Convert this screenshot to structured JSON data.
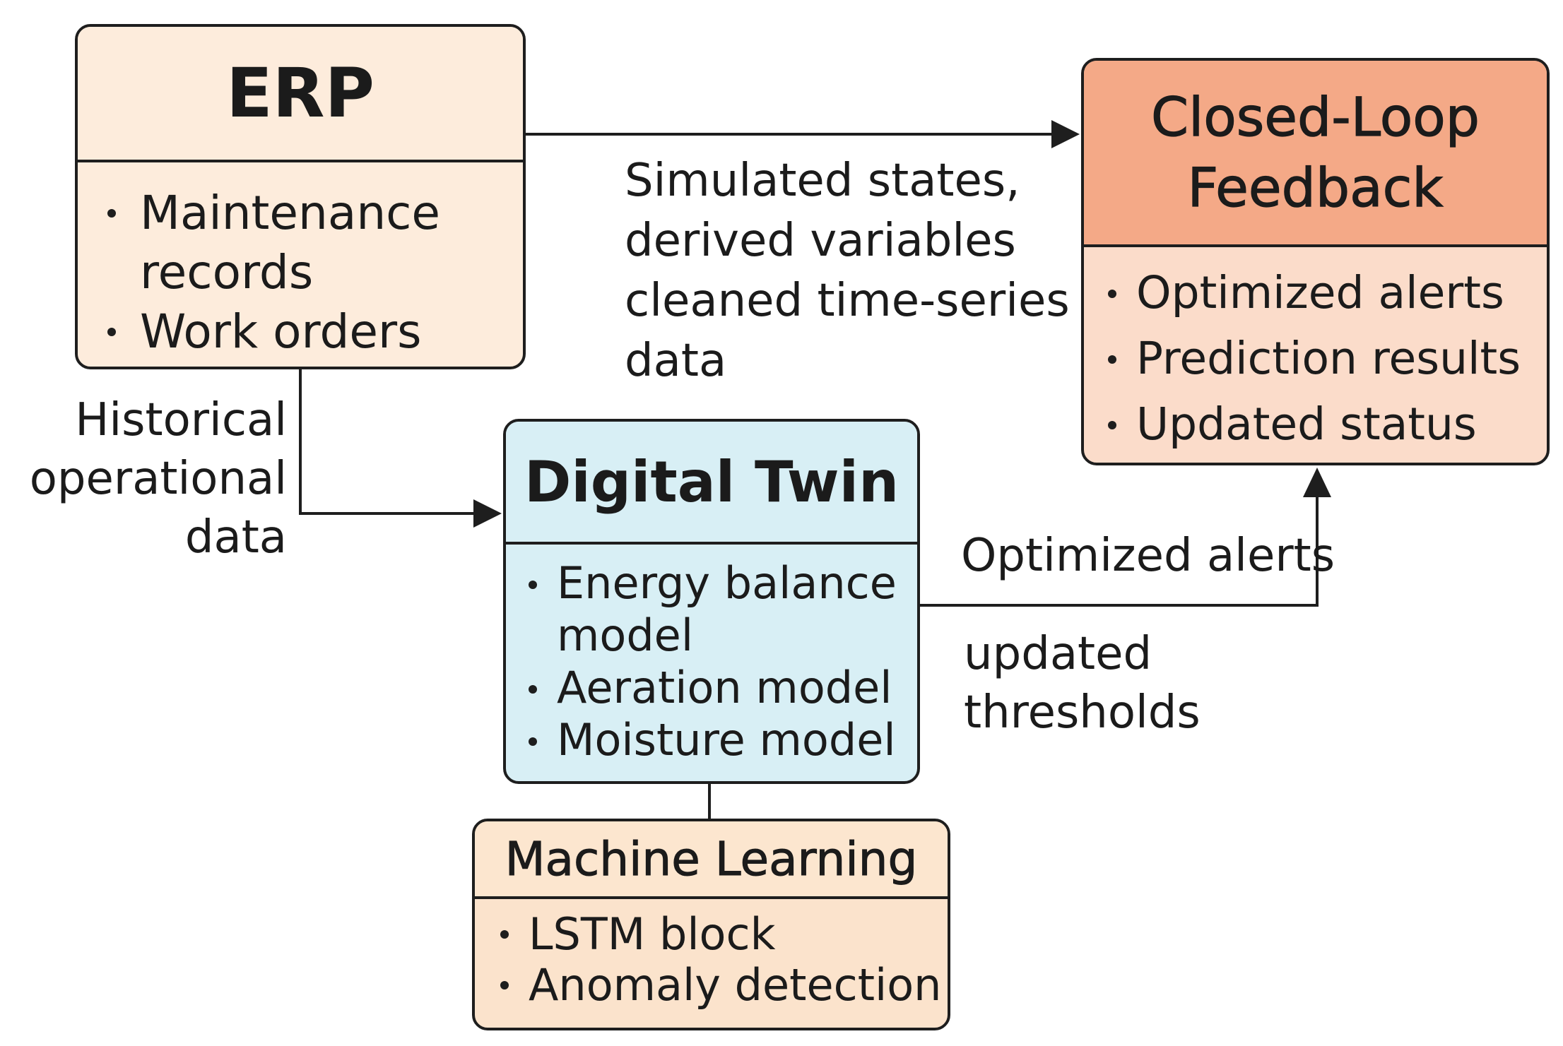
{
  "nodes": {
    "erp": {
      "title": "ERP",
      "items": [
        "Maintenance\nrecords",
        "Work orders"
      ],
      "header_color": "#fdecdc",
      "body_color": "#fdecdc"
    },
    "closed_loop": {
      "title": "Closed-Loop\nFeedback",
      "items": [
        "Optimized alerts",
        "Prediction results",
        "Updated status"
      ],
      "header_color": "#f4a987",
      "body_color": "#fbdcca"
    },
    "digital_twin": {
      "title": "Digital Twin",
      "items": [
        "Energy balance\nmodel",
        "Aeration model",
        "Moisture model"
      ],
      "header_color": "#d8eff5",
      "body_color": "#d8eff5"
    },
    "machine_learning": {
      "title": "Machine Learning",
      "items": [
        "LSTM block",
        "Anomaly detection"
      ],
      "header_color": "#fce6cf",
      "body_color": "#fbe3cc"
    }
  },
  "edges": {
    "erp_to_feedback": "Simulated states,\nderived variables\ncleaned time-series\ndata",
    "erp_to_twin": "Historical\noperational\ndata",
    "twin_to_feedback_above": "Optimized alerts",
    "twin_to_feedback_below": "updated\nthresholds"
  },
  "colors": {
    "line": "#1e1e1e"
  }
}
